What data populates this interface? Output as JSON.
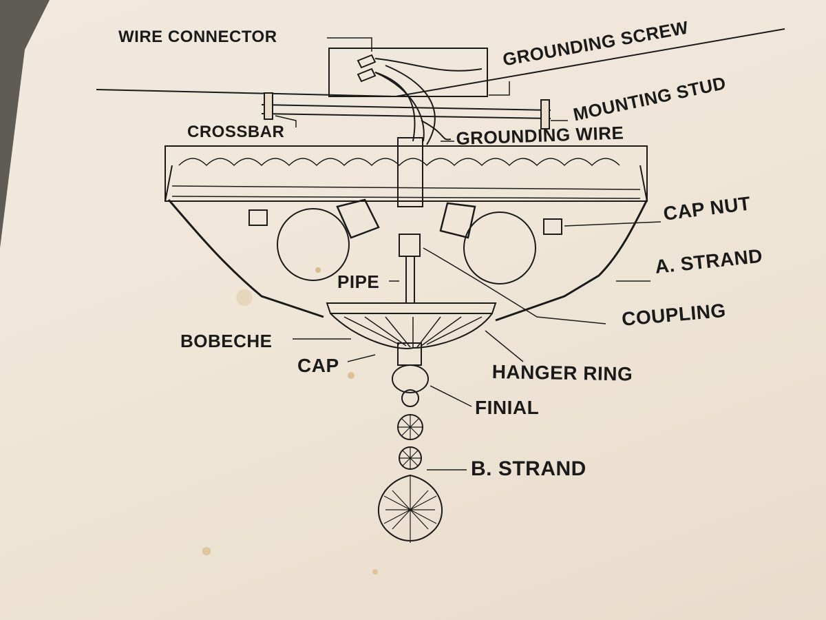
{
  "labels": {
    "wire_connector": "WIRE CONNECTOR",
    "grounding_screw": "GROUNDING SCREW",
    "mounting_stud": "MOUNTING STUD",
    "crossbar": "CROSSBAR",
    "grounding_wire": "GROUNDING WIRE",
    "cap_nut": "CAP NUT",
    "a_strand": "A.  STRAND",
    "coupling": "COUPLING",
    "pipe": "PIPE",
    "bobeche": "BOBECHE",
    "cap": "CAP",
    "hanger_ring": "HANGER RING",
    "finial": "FINIAL",
    "b_strand": "B.  STRAND"
  },
  "colors": {
    "ink": "#1a1a1a",
    "paper": "#efe6d8",
    "background": "#5f5b55"
  }
}
